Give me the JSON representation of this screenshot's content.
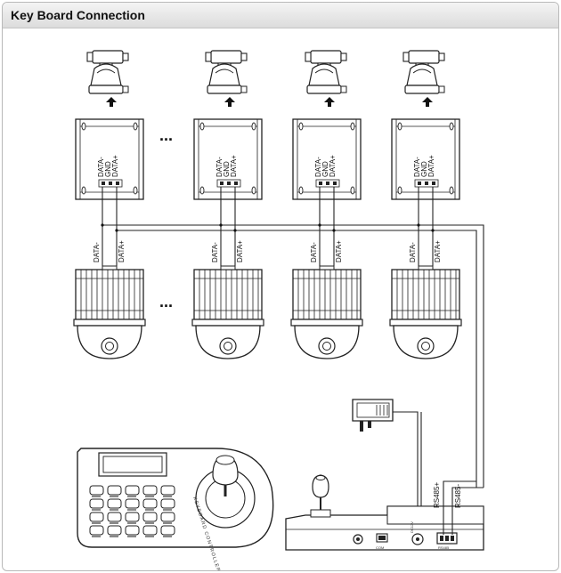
{
  "header": {
    "title": "Key Board Connection"
  },
  "decoder_labels": {
    "minus": "DATA-",
    "gnd": "GND",
    "plus": "DATA+"
  },
  "dome_labels": {
    "minus": "DATA-",
    "plus": "DATA+"
  },
  "ellipsis": "...",
  "keyboard_port_labels": {
    "plus": "RS485+",
    "minus": "RS485-"
  },
  "keyboard_brand_text": "KEYBOARD CONTROLLER",
  "keyboard_port_small": {
    "com": "COM",
    "dc": "DC12V",
    "rs": "RS485"
  }
}
